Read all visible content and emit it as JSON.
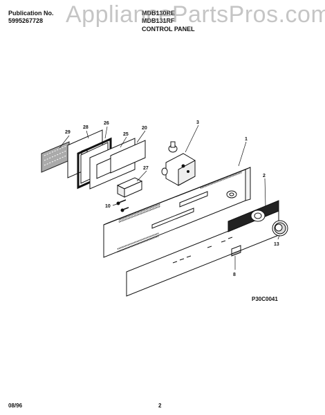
{
  "header": {
    "publication_label": "Publication No.",
    "publication_number": "5995267728",
    "model_1": "MDB130RE",
    "model_2": "MDB131RF",
    "section_title": "CONTROL PANEL"
  },
  "watermark": "AppliancePartsPros.com",
  "diagram": {
    "code": "P30C0041",
    "part_numbers": [
      "29",
      "28",
      "26",
      "25",
      "20",
      "3",
      "1",
      "27",
      "2",
      "10",
      "13",
      "8"
    ]
  },
  "footer": {
    "date": "08/96",
    "page": "2"
  }
}
